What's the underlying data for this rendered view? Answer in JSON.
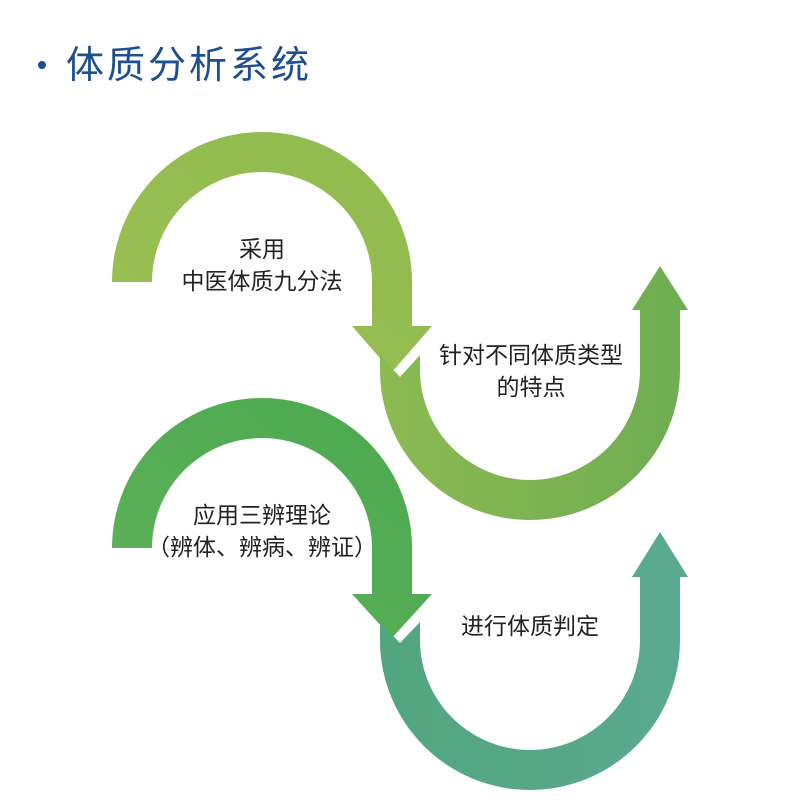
{
  "title": "体质分析系统",
  "steps": [
    {
      "lines": [
        "采用",
        "中医体质九分法"
      ]
    },
    {
      "lines": [
        "针对不同体质类型",
        "的特点"
      ]
    },
    {
      "lines": [
        "应用三辨理论",
        "（辨体、辨病、辨证）"
      ]
    },
    {
      "lines": [
        "进行体质判定"
      ]
    }
  ],
  "colors": {
    "title": "#1d4e8f",
    "arc1_start": "#9bbf55",
    "arc1_end": "#8fbb4e",
    "arc2_start": "#8cba52",
    "arc2_end": "#6ead52",
    "arc3_start": "#5fb15a",
    "arc3_end": "#4aa94f",
    "arc4_start": "#52a67e",
    "arc4_end": "#5aaa90"
  }
}
